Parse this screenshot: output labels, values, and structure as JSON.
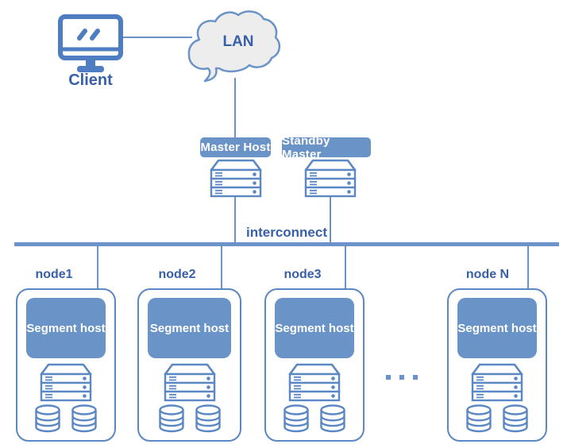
{
  "client": {
    "label": "Client",
    "icon": "monitor-icon"
  },
  "lan": {
    "label": "LAN",
    "icon": "speech-cloud-icon"
  },
  "master": {
    "label": "Master Host",
    "icon": "server-rack-icon"
  },
  "standby": {
    "label": "Standby Master",
    "icon": "server-rack-icon"
  },
  "interconnect": {
    "label": "interconnect"
  },
  "nodes": [
    {
      "label": "node1",
      "segment_label": "Segment host",
      "icons": [
        "server-rack-icon",
        "database-cylinder-icon",
        "database-cylinder-icon"
      ]
    },
    {
      "label": "node2",
      "segment_label": "Segment host",
      "icons": [
        "server-rack-icon",
        "database-cylinder-icon",
        "database-cylinder-icon"
      ]
    },
    {
      "label": "node3",
      "segment_label": "Segment host",
      "icons": [
        "server-rack-icon",
        "database-cylinder-icon",
        "database-cylinder-icon"
      ]
    },
    {
      "label": "node N",
      "segment_label": "Segment host",
      "icons": [
        "server-rack-icon",
        "database-cylinder-icon",
        "database-cylinder-icon"
      ]
    }
  ],
  "more_nodes_indicator": {
    "icon": "ellipsis-dots-icon",
    "text": "..."
  },
  "colors": {
    "accent_fill": "#6a94c8",
    "outline": "#5b87c5",
    "icon_stroke": "#4e7dc1",
    "text_dark": "#3760a8",
    "cloud_fill": "#ededee",
    "background": "#ffffff"
  }
}
